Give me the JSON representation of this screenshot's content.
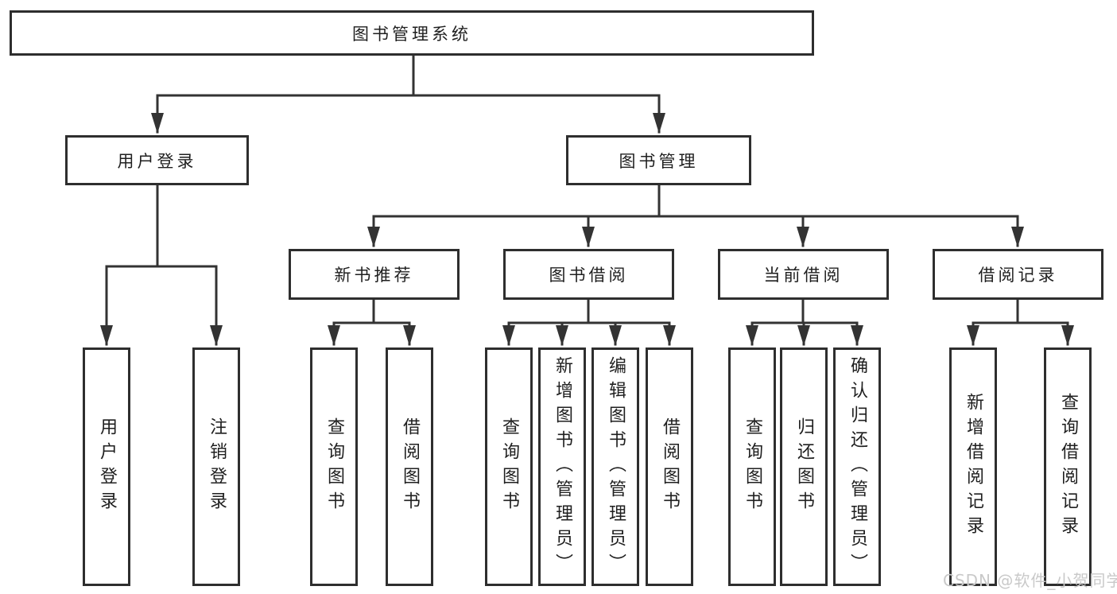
{
  "diagram": {
    "title": "图书管理系统",
    "level2": [
      {
        "label": "用户登录"
      },
      {
        "label": "图书管理"
      }
    ],
    "level3": [
      {
        "label": "新书推荐",
        "parent": "图书管理"
      },
      {
        "label": "图书借阅",
        "parent": "图书管理"
      },
      {
        "label": "当前借阅",
        "parent": "图书管理"
      },
      {
        "label": "借阅记录",
        "parent": "图书管理"
      }
    ],
    "leaves": {
      "user_login": [
        "用户登录",
        "注销登录"
      ],
      "new_book_recommend": [
        "查询图书",
        "借阅图书"
      ],
      "book_borrow": [
        "查询图书",
        "新增图书（管理员）",
        "编辑图书（管理员）",
        "借阅图书"
      ],
      "current_borrow": [
        "查询图书",
        "归还图书",
        "确认归还（管理员）"
      ],
      "borrow_record": [
        "新增借阅记录",
        "查询借阅记录"
      ]
    }
  },
  "watermark": {
    "text": "CSDN @软件_小贺同学"
  },
  "colors": {
    "line": "#333333",
    "box_border": "#2e2e2e",
    "box_fill": "#ffffff",
    "text": "#1f1f1f",
    "watermark": "#c9c9c9",
    "background": "#ffffff"
  }
}
